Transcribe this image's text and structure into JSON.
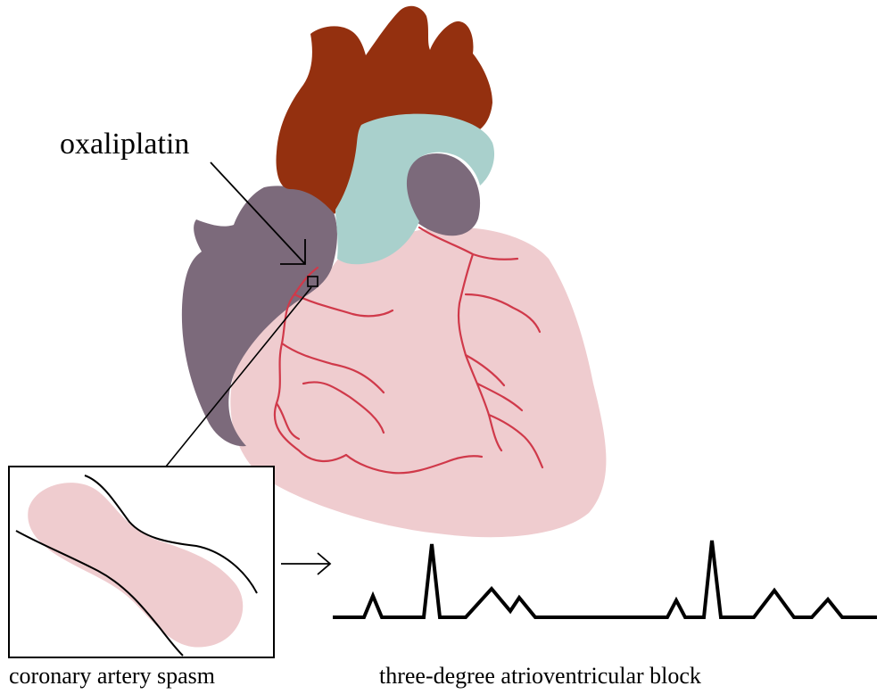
{
  "labels": {
    "drug": "oxaliplatin",
    "inset_caption": "coronary artery spasm",
    "ecg_caption": "three-degree atrioventricular block"
  },
  "colors": {
    "aorta": "#94300f",
    "pulmonary_trunk": "#a9d0cc",
    "atrium": "#7c6a7b",
    "ventricle": "#efcccf",
    "coronary_vessels": "#d0394a",
    "ink": "#000000"
  }
}
